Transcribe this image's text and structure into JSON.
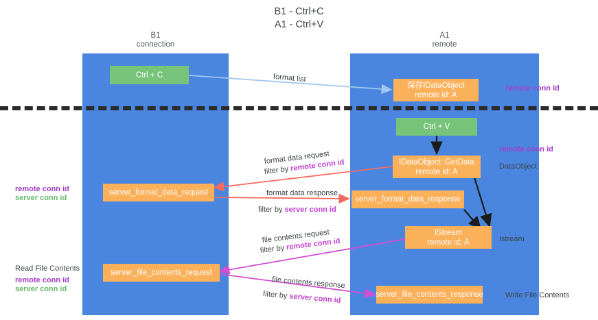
{
  "title": "B1 - Ctrl+C\nA1 - Ctrl+V",
  "columns": [
    {
      "id": "b1",
      "label": "B1\nconnection"
    },
    {
      "id": "a1",
      "label": "A1\nremote"
    }
  ],
  "nodes": {
    "ctrl_c": "Ctrl + C",
    "save_idataobject": "保存IDataObject\nremote id: A",
    "ctrl_v": "Ctrl + V",
    "idataobject_getdata": "IDataObject::GetData\nremote id: A",
    "server_format_data_request": "server_format_data_request",
    "server_format_data_response": "server_format_data_response",
    "istream": "IStream\nremote id: A",
    "server_file_contents_request": "server_file_contents_request",
    "server_file_contents_response": "server_file_contents_response"
  },
  "right_labels": {
    "remote_conn_id_top": "remote conn id",
    "remote_conn_id_mid": "remote conn id",
    "dataobject": "DataObject",
    "istream": "Istream",
    "write_file_contents": "Write File Contents"
  },
  "left_labels": {
    "remote_conn_id": "remote conn id",
    "server_conn_id": "server conn id",
    "read_file_contents": "Read File Contents",
    "remote_conn_id_2": "remote conn id",
    "server_conn_id_2": "server conn id"
  },
  "edges": {
    "format_list": "format list",
    "format_data_request": "format data request",
    "format_data_request_filter_prefix": "filter by ",
    "format_data_request_filter_value": "remote conn id",
    "format_data_response": "format data response",
    "format_data_response_filter_prefix": "filter by ",
    "format_data_response_filter_value": "server conn id",
    "file_contents_request": "file contents request",
    "file_contents_request_filter_prefix": "filter by ",
    "file_contents_request_filter_value": "remote conn id",
    "file_contents_response": "file contents response",
    "file_contents_response_filter_prefix": "filter by ",
    "file_contents_response_filter_value": "server conn id"
  },
  "colors": {
    "lane": "#4a86e0",
    "green_node": "#77c37a",
    "orange_node": "#fbb05a",
    "purple": "#a43fc8",
    "green_text": "#67b86a",
    "red_arrow": "#f26a5f",
    "magenta_arrow": "#d24fd2",
    "light_blue_arrow": "#9fc7ef",
    "black_arrow": "#1c1c1c",
    "divider": "#2b2b2b"
  }
}
